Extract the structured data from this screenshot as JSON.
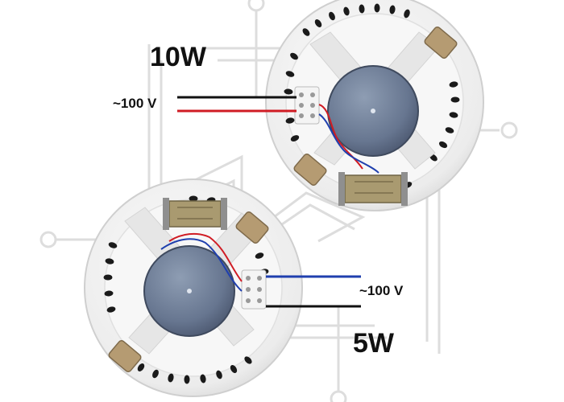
{
  "speakers": {
    "top": {
      "power_label": "10W",
      "voltage_label": "~100 V"
    },
    "bottom": {
      "power_label": "5W",
      "voltage_label": "~100 V"
    }
  },
  "colors": {
    "background": "#ffffff",
    "speaker_body": "#f2f2f2",
    "speaker_shadow": "#d6d6d6",
    "magnet": "#6f7f97",
    "wire_black": "#111111",
    "wire_red": "#d01c24",
    "wire_blue": "#1f3fae",
    "transformer": "#a99a70",
    "clip": "#b59b72",
    "watermark": "#c7c7c7"
  },
  "icons": [
    "speaker-icon",
    "transformer-icon",
    "terminal-block-icon",
    "clip-icon"
  ]
}
